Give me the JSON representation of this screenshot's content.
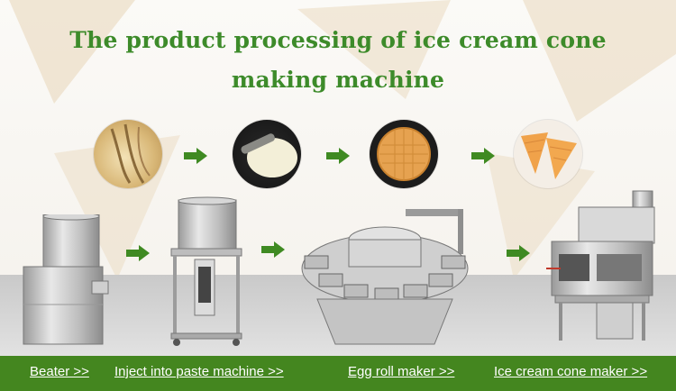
{
  "title": {
    "line1": "The product processing of ice cream cone",
    "line2": "making machine"
  },
  "steps": [
    {
      "label": "Beater >>",
      "machine_icon": "beater-machine",
      "photo_icon": "whisking-batter"
    },
    {
      "label": "Inject into paste machine >>",
      "machine_icon": "paste-injection-machine",
      "photo_icon": "batter-on-plate"
    },
    {
      "label": "Egg roll maker >>",
      "machine_icon": "rotary-egg-roll-maker",
      "photo_icon": "baked-waffle-disc"
    },
    {
      "label": "Ice cream cone maker >>",
      "machine_icon": "cone-rolling-machine",
      "photo_icon": "finished-cones"
    }
  ],
  "colors": {
    "title": "#3d8b2a",
    "arrow": "#3f8a22",
    "bottom_bar": "#44861f",
    "bar_text": "#ffffff"
  }
}
